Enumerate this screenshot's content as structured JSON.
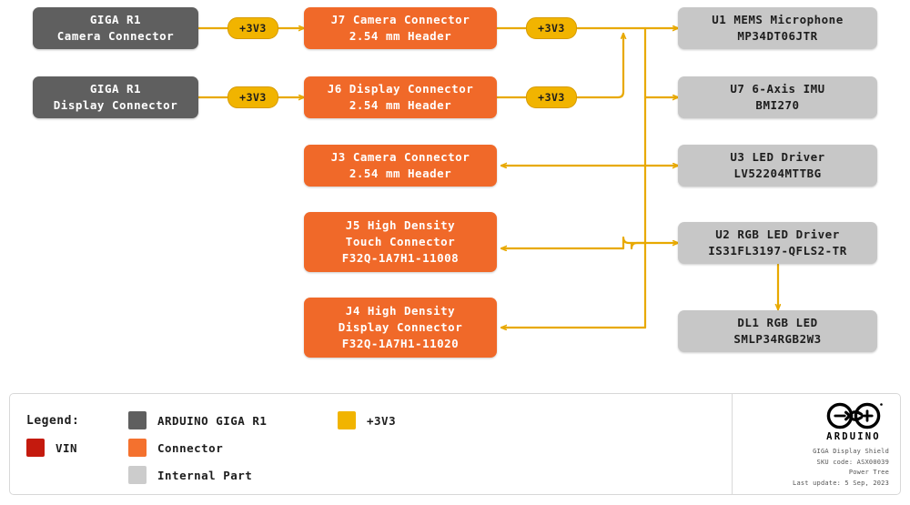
{
  "diagram": {
    "title": "GIGA Display Shield Power Tree",
    "nodes": [
      {
        "id": "giga-camera",
        "kind": "giga",
        "lines": [
          "GIGA R1",
          "Camera Connector"
        ]
      },
      {
        "id": "giga-display",
        "kind": "giga",
        "lines": [
          "GIGA R1",
          "Display Connector"
        ]
      },
      {
        "id": "j7",
        "kind": "connector",
        "lines": [
          "J7 Camera Connector",
          "2.54 mm Header"
        ]
      },
      {
        "id": "j6",
        "kind": "connector",
        "lines": [
          "J6 Display Connector",
          "2.54 mm Header"
        ]
      },
      {
        "id": "j3",
        "kind": "connector",
        "lines": [
          "J3 Camera Connector",
          "2.54 mm Header"
        ]
      },
      {
        "id": "j5",
        "kind": "connector",
        "lines": [
          "J5 High Density",
          "Touch Connector",
          "F32Q-1A7H1-11008"
        ]
      },
      {
        "id": "j4",
        "kind": "connector",
        "lines": [
          "J4 High Density",
          "Display Connector",
          "F32Q-1A7H1-11020"
        ]
      },
      {
        "id": "u1",
        "kind": "internal",
        "lines": [
          "U1 MEMS Microphone",
          "MP34DT06JTR"
        ]
      },
      {
        "id": "u7",
        "kind": "internal",
        "lines": [
          "U7 6-Axis IMU",
          "BMI270"
        ]
      },
      {
        "id": "u3",
        "kind": "internal",
        "lines": [
          "U3 LED Driver",
          "LV52204MTTBG"
        ]
      },
      {
        "id": "u2",
        "kind": "internal",
        "lines": [
          "U2 RGB LED Driver",
          "IS31FL3197-QFLS2-TR"
        ]
      },
      {
        "id": "dl1",
        "kind": "internal",
        "lines": [
          "DL1 RGB LED",
          "SMLP34RGB2W3"
        ]
      }
    ],
    "rail_labels": [
      {
        "id": "rail-giga-camera-j7",
        "label": "+3V3"
      },
      {
        "id": "rail-j7-bus",
        "label": "+3V3"
      },
      {
        "id": "rail-giga-display-j6",
        "label": "+3V3"
      },
      {
        "id": "rail-j6-bus",
        "label": "+3V3"
      }
    ]
  },
  "legend": {
    "title": "Legend:",
    "items": [
      {
        "id": "legend-giga",
        "label": "ARDUINO GIGA R1",
        "color": "#5f5f5f"
      },
      {
        "id": "legend-3v3",
        "label": "+3V3",
        "color": "#f1b400"
      },
      {
        "id": "legend-vin",
        "label": "VIN",
        "color": "#c41a0e"
      },
      {
        "id": "legend-connector",
        "label": "Connector",
        "color": "#f4712e"
      },
      {
        "id": "legend-internal",
        "label": "Internal Part",
        "color": "#cccccc"
      }
    ]
  },
  "branding": {
    "wordmark": "ARDUINO",
    "meta": [
      "GIGA Display Shield",
      "SKU code: ASX00039",
      "Power Tree",
      "Last update: 5 Sep, 2023"
    ]
  }
}
